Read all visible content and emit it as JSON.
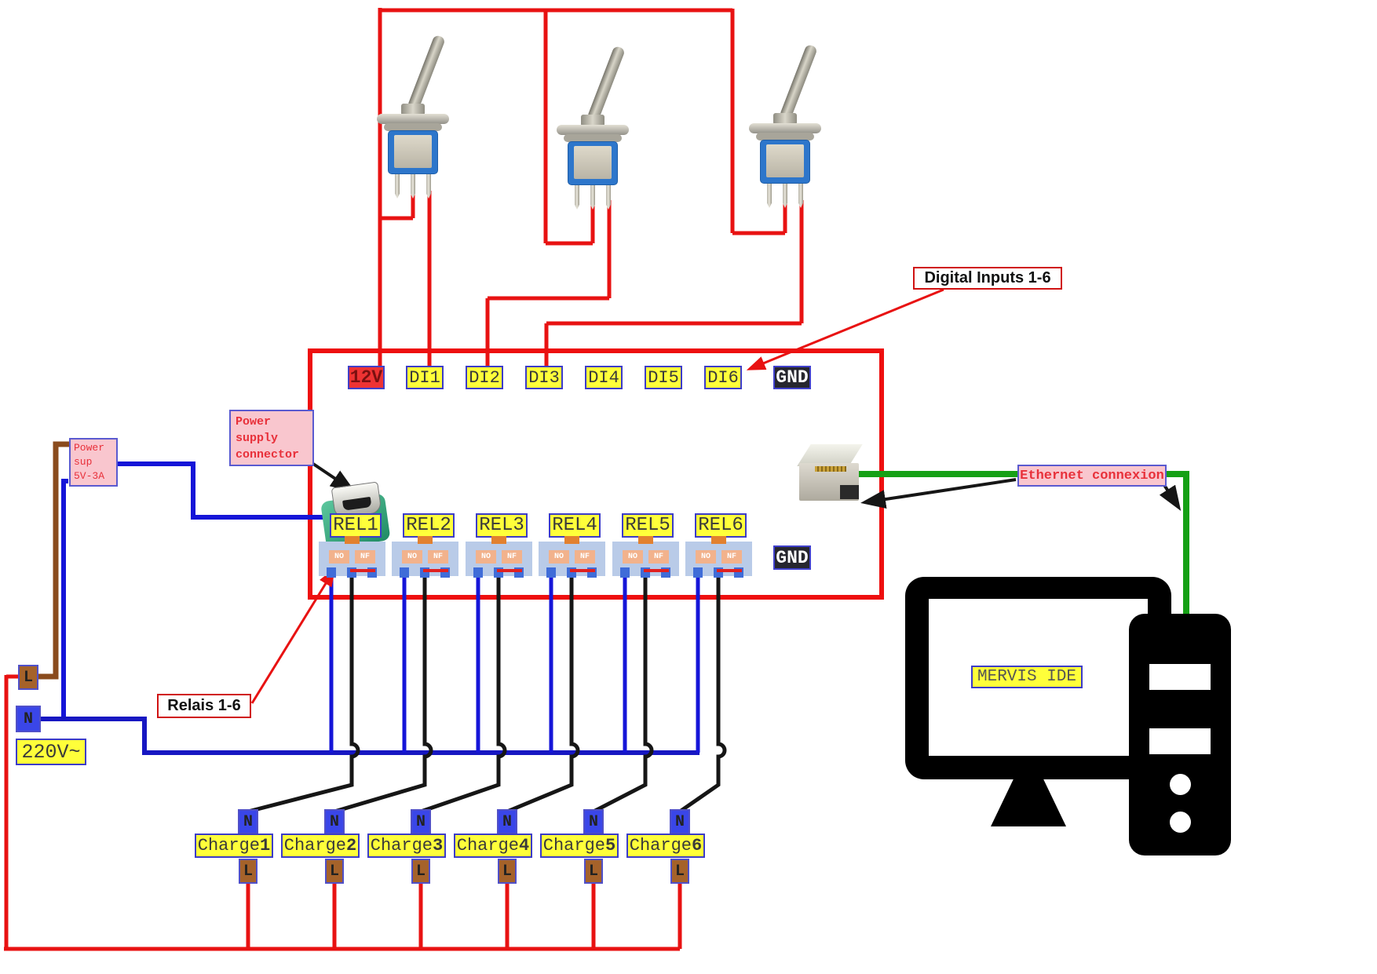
{
  "annotations": {
    "digital_inputs_label": "Digital Inputs 1-6",
    "relais_label": "Relais 1-6",
    "power_supply_connector_lines": [
      "Power",
      "supply",
      "connector"
    ],
    "power_sup_lines": [
      "Power",
      "sup",
      "5V-3A"
    ],
    "ethernet_label": "Ethernet connexion",
    "mervis_label": "MERVIS IDE",
    "mains_voltage": "220V~"
  },
  "board": {
    "power_terminal": "12V",
    "di_terminals": [
      "DI1",
      "DI2",
      "DI3",
      "DI4",
      "DI5",
      "DI6"
    ],
    "ground_label": "GND",
    "relay_labels": [
      "REL1",
      "REL2",
      "REL3",
      "REL4",
      "REL5",
      "REL6"
    ],
    "relay_contact_no": "NO",
    "relay_contact_nf": "NF"
  },
  "mains": {
    "line": "L",
    "neutral": "N"
  },
  "charges": {
    "neutral": "N",
    "line": "L",
    "items": [
      {
        "name": "Charge",
        "num": "1"
      },
      {
        "name": "Charge",
        "num": "2"
      },
      {
        "name": "Charge",
        "num": "3"
      },
      {
        "name": "Charge",
        "num": "4"
      },
      {
        "name": "Charge",
        "num": "5"
      },
      {
        "name": "Charge",
        "num": "6"
      }
    ]
  },
  "wire_colors": {
    "line_red": "#e81212",
    "neutral_blue": "#1515d8",
    "switched_black": "#161616",
    "supply_brown": "#8a4b1d",
    "ethernet_green": "#16a016"
  }
}
